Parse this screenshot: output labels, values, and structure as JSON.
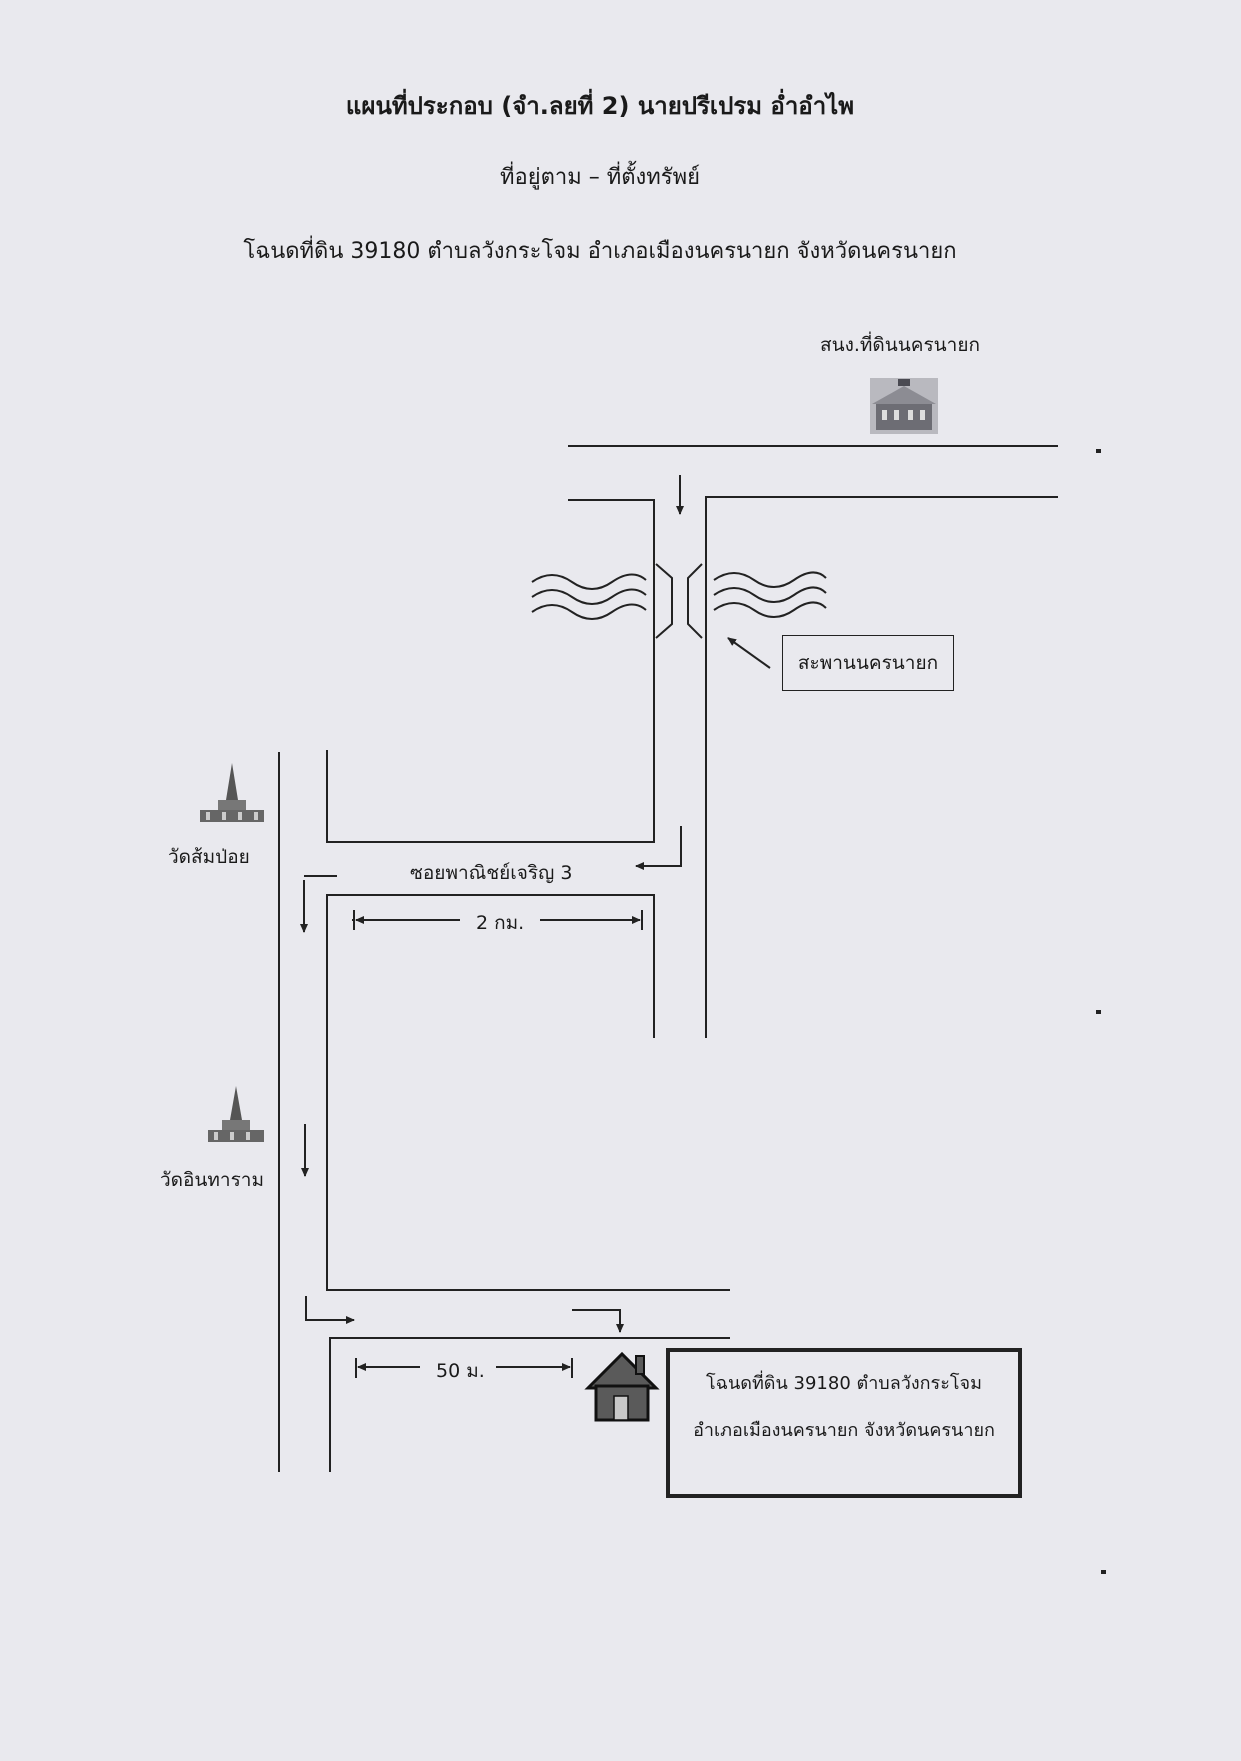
{
  "header": {
    "title": "แผนที่ประกอบ  (จำ.ลยที่ 2) นายปรีเปรม อ่ำอำไพ",
    "subtitle": "ที่อยู่ตาม – ที่ตั้งทรัพย์",
    "deed_line": "โฉนดที่ดิน 39180 ตำบลวังกระโจม อำเภอเมืองนครนายก จังหวัดนครนายก"
  },
  "landmarks": {
    "land_office": {
      "label": "สนง.ที่ดินนครนายก",
      "icon": "government-building-icon"
    },
    "temple_1": {
      "label": "วัดส้มป่อย",
      "icon": "temple-icon"
    },
    "temple_2": {
      "label": "วัดอินทาราม",
      "icon": "temple-icon"
    },
    "bridge": {
      "label": "สะพานนครนายก",
      "icon": "river-waves-icon"
    },
    "property": {
      "icon": "house-icon"
    }
  },
  "roads": {
    "soi_label": "ซอยพาณิชย์เจริญ  3"
  },
  "distances": {
    "first": "2 กม.",
    "second": "50 ม."
  },
  "deed_box": {
    "line1": "โฉนดที่ดิน 39180 ตำบลวังกระโจม",
    "line2": "อำเภอเมืองนครนายก จังหวัดนครนายก"
  },
  "colors": {
    "paper": "#e9e9ee",
    "ink": "#222222",
    "house_fill": "#5a5a5a"
  }
}
